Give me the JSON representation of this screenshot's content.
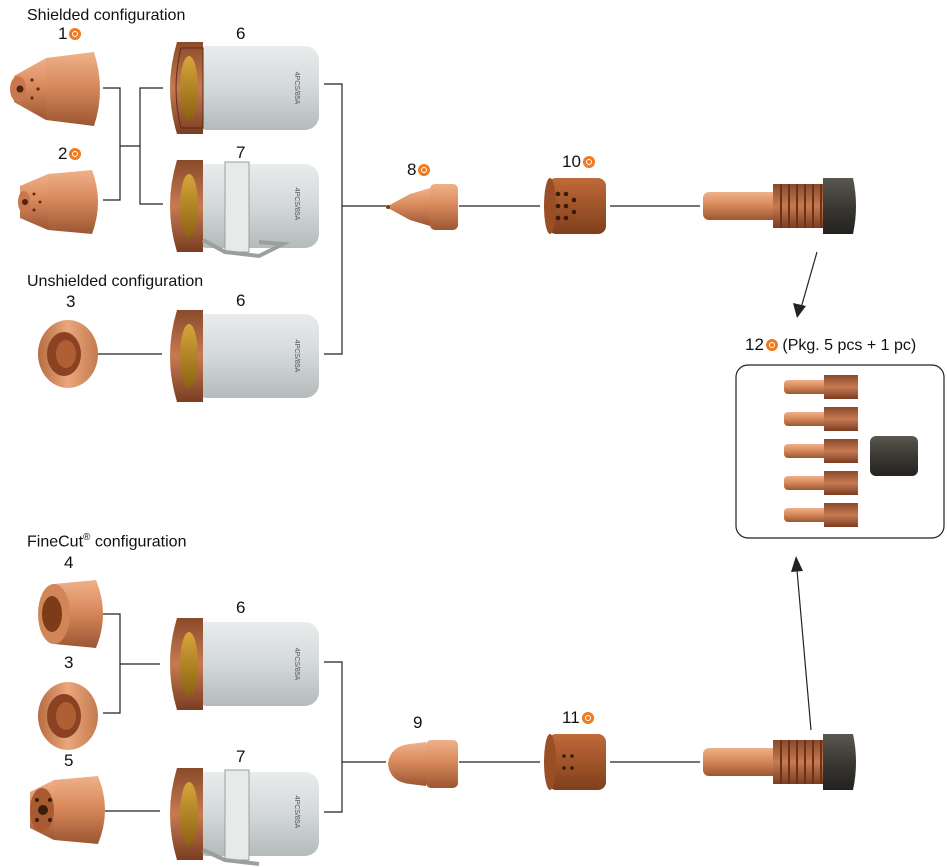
{
  "sections": {
    "shielded": "Shielded configuration",
    "unshielded": "Unshielded configuration",
    "finecut": "FineCut",
    "finecut_suffix": " configuration",
    "finecut_mark": "®"
  },
  "callouts": {
    "n1": "1",
    "n2": "2",
    "n3a": "3",
    "n6a": "6",
    "n7a": "7",
    "n6b": "6",
    "n8": "8",
    "n10": "10",
    "n4": "4",
    "n3b": "3",
    "n5": "5",
    "n6c": "6",
    "n7b": "7",
    "n9": "9",
    "n11": "11",
    "n12": "12"
  },
  "package": {
    "label": "(Pkg. 5 pcs + 1 pc)"
  },
  "shield_marking": "4PCS/85A",
  "colors": {
    "copper": "#d98a5c",
    "copper_dark": "#a85e36",
    "silver": "#d7dbda",
    "badge": "#ee7a22",
    "insulator": "#3e3b37"
  }
}
